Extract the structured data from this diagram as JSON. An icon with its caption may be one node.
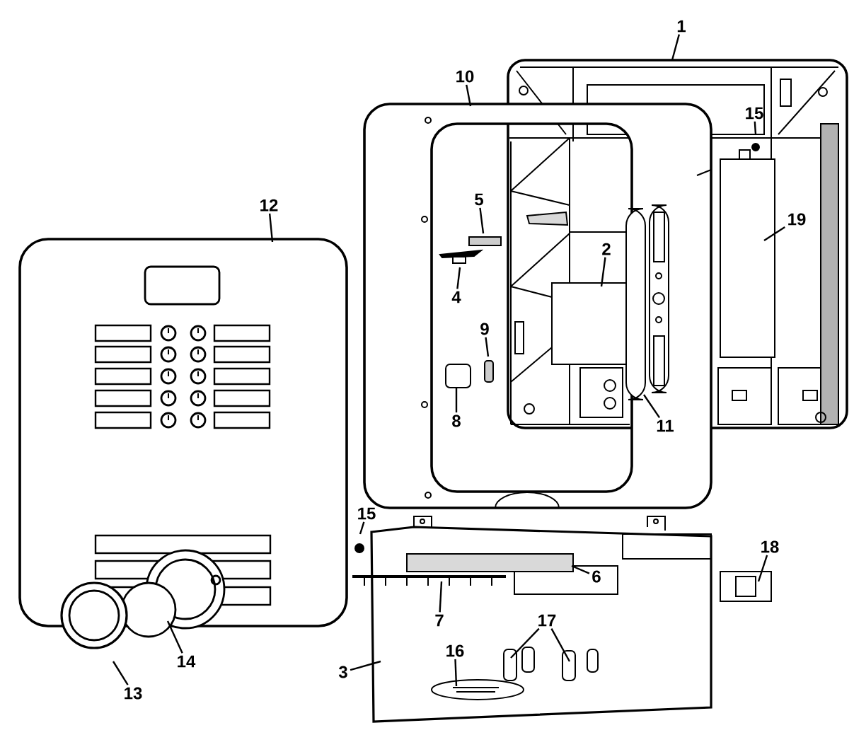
{
  "diagram": {
    "nodes": [
      {
        "text": [
          "1"
        ]
      },
      {
        "text": [
          "10"
        ]
      },
      {
        "text": [
          "15"
        ]
      },
      {
        "text": [
          "12"
        ]
      },
      {
        "text": [
          "5"
        ]
      },
      {
        "text": [
          "19"
        ]
      },
      {
        "text": [
          "2"
        ]
      },
      {
        "text": [
          "4"
        ]
      },
      {
        "text": [
          "9"
        ]
      },
      {
        "text": [
          "8"
        ]
      },
      {
        "text": [
          "11"
        ]
      },
      {
        "text": [
          "15"
        ]
      },
      {
        "text": [
          "18"
        ]
      },
      {
        "text": [
          "6"
        ]
      },
      {
        "text": [
          "7"
        ]
      },
      {
        "text": [
          "17"
        ]
      },
      {
        "text": [
          "3"
        ]
      },
      {
        "text": [
          "16"
        ]
      },
      {
        "text": [
          "14"
        ]
      },
      {
        "text": [
          "13"
        ]
      }
    ],
    "edges": [
      {
        "from": 0,
        "to": null,
        "arrow": "none"
      },
      {
        "from": 1,
        "to": null,
        "arrow": "none"
      },
      {
        "from": 2,
        "to": null,
        "arrow": "none"
      },
      {
        "from": 3,
        "to": null,
        "arrow": "none"
      },
      {
        "from": 4,
        "to": null,
        "arrow": "none"
      },
      {
        "from": 5,
        "to": null,
        "arrow": "none"
      },
      {
        "from": 6,
        "to": null,
        "arrow": "none"
      },
      {
        "from": 7,
        "to": null,
        "arrow": "none"
      },
      {
        "from": 8,
        "to": null,
        "arrow": "none"
      },
      {
        "from": 9,
        "to": null,
        "arrow": "none"
      },
      {
        "from": 10,
        "to": null,
        "arrow": "none"
      },
      {
        "from": 11,
        "to": null,
        "arrow": "none"
      },
      {
        "from": 12,
        "to": null,
        "arrow": "none"
      },
      {
        "from": 13,
        "to": null,
        "arrow": "none"
      },
      {
        "from": 14,
        "to": null,
        "arrow": "none"
      },
      {
        "from": 15,
        "to": null,
        "arrow": "none"
      },
      {
        "from": 15,
        "to": null,
        "arrow": "none"
      },
      {
        "from": 16,
        "to": null,
        "arrow": "none"
      },
      {
        "from": 17,
        "to": null,
        "arrow": "none"
      },
      {
        "from": 18,
        "to": null,
        "arrow": "none"
      },
      {
        "from": 19,
        "to": null,
        "arrow": "none"
      }
    ]
  }
}
